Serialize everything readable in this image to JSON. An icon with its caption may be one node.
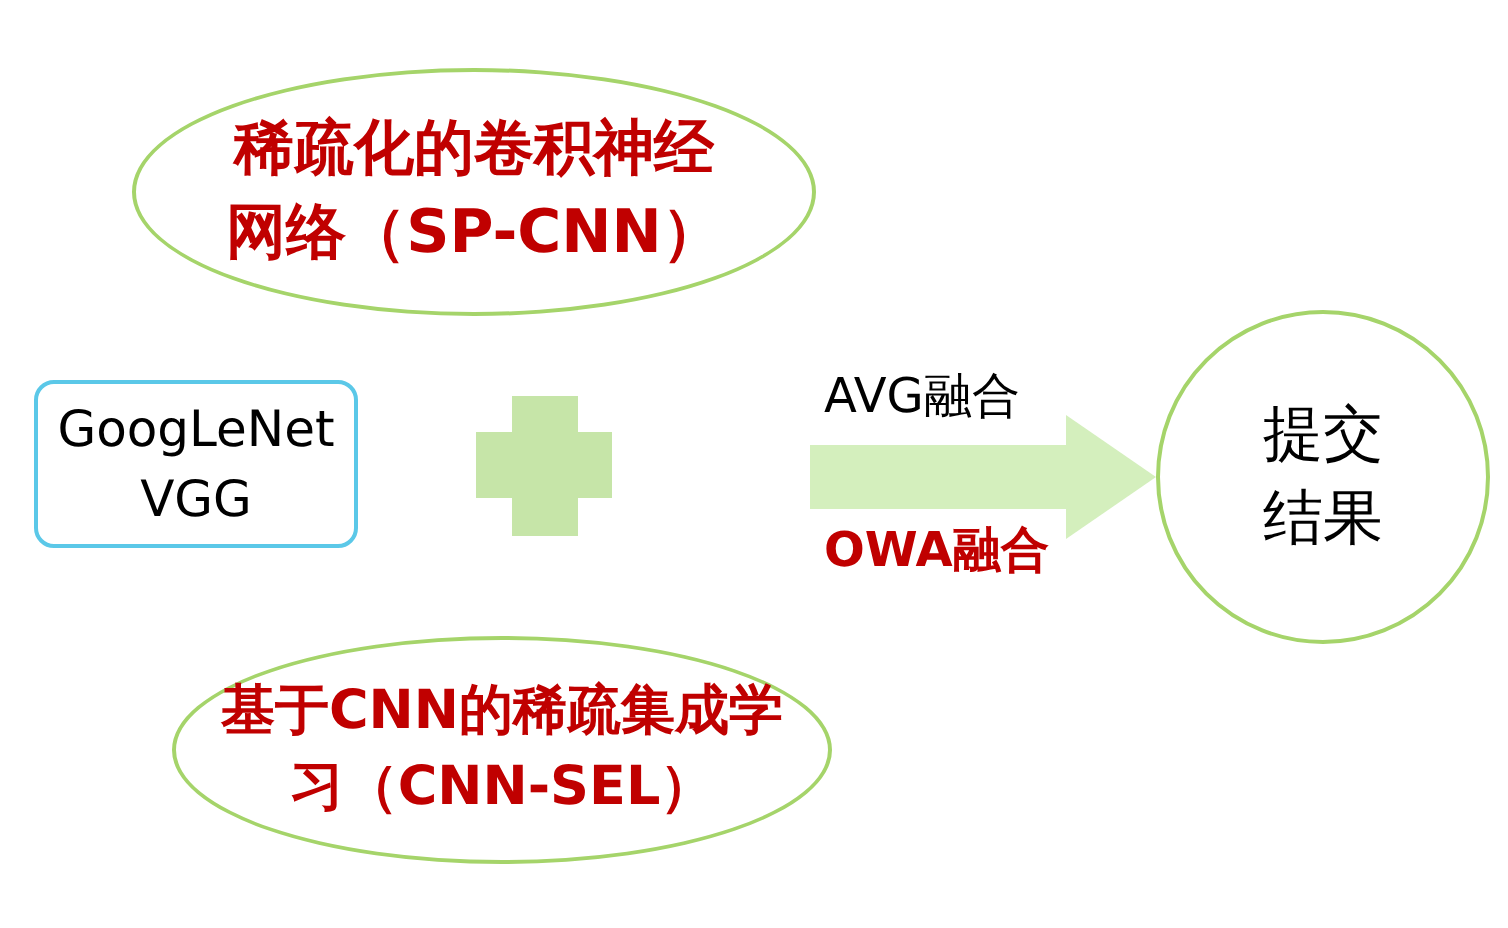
{
  "diagram": {
    "nodes": [
      {
        "text": [
          "稀疏化的卷积神经网络（SP-CNN）"
        ]
      },
      {
        "text": [
          "GoogLeNet VGG"
        ]
      },
      {
        "text": [
          "提交结果"
        ]
      },
      {
        "text": [
          "基于CNN的稀疏集成学习（CNN-SEL）"
        ]
      }
    ],
    "edges": [
      {
        "from": null,
        "to": 2,
        "arrow": "to",
        "label": "AVG融合"
      }
    ],
    "labels": [
      "OWA融合"
    ]
  }
}
